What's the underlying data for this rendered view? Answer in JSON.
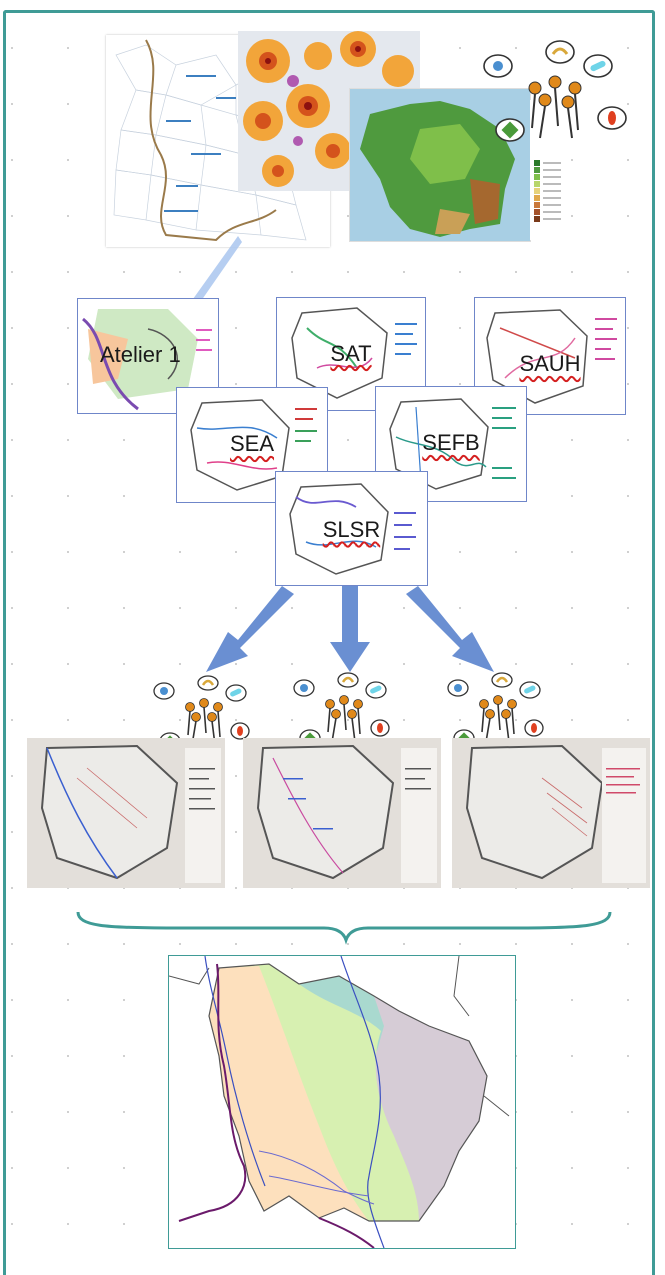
{
  "workshops": {
    "atelier1": "Atelier 1",
    "sat": "SAT",
    "sauh": "SAUH",
    "sea": "SEA",
    "sefb": "SEFB",
    "slsr": "SLSR"
  },
  "colors": {
    "frame": "#3f9b96",
    "arrow": "#6a8fd2",
    "card_border": "#6f86c9",
    "zone_orange": "#fde0bd",
    "zone_green": "#d7f0b1",
    "zone_teal": "#a9d9cf",
    "zone_mauve": "#d6ccd6"
  },
  "icons": [
    "people-group-icon",
    "arrow-down-icon",
    "brace-icon"
  ]
}
